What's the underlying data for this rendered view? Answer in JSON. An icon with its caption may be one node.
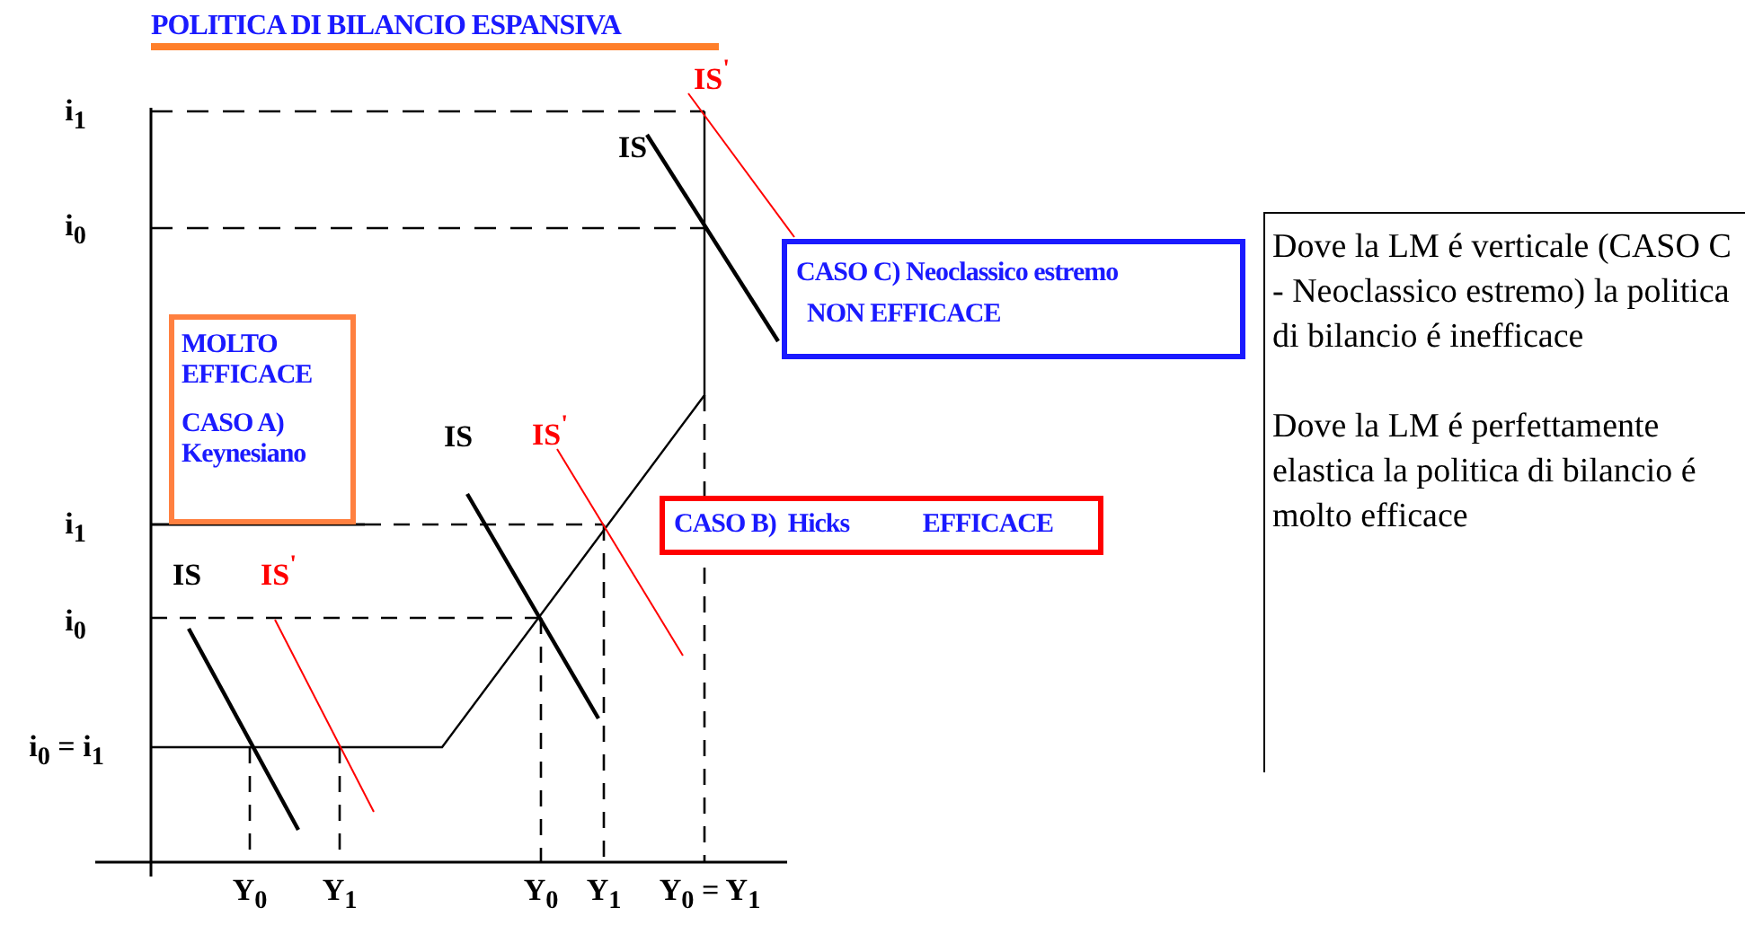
{
  "diagram": {
    "title": "POLITICA DI BILANCIO ESPANSIVA",
    "nodes": [
      {
        "text": [
          "MOLTO EFFICACE",
          "CASO A) Keynesiano"
        ]
      },
      {
        "text": [
          "CASO C) Neoclassico estremo",
          "NON EFFICACE"
        ]
      },
      {
        "text": [
          "CASO B)  Hicks",
          "EFFICACE"
        ]
      },
      {
        "text": [
          "Dove la LM é verticale (CASO C - Neoclassico estremo) la politica di bilancio é inefficace",
          "Dove la LM é perfettamente elastica la politica di bilancio é molto efficace"
        ]
      }
    ],
    "labels": [
      "i$_{1}$",
      "IS$^{'}$",
      "IS",
      "i$_{0}$",
      "IS",
      "IS$^{'}$",
      "i$_{1}$",
      "IS",
      "IS$^{'}$",
      "i$_{0}$",
      "i$_{0}$ = i$_{1}$",
      "Y$_{0}$",
      "Y$_{1}$",
      "Y$_{0}$",
      "Y$_{1}$",
      "Y$_{0}$ = Y$_{1}$"
    ]
  }
}
